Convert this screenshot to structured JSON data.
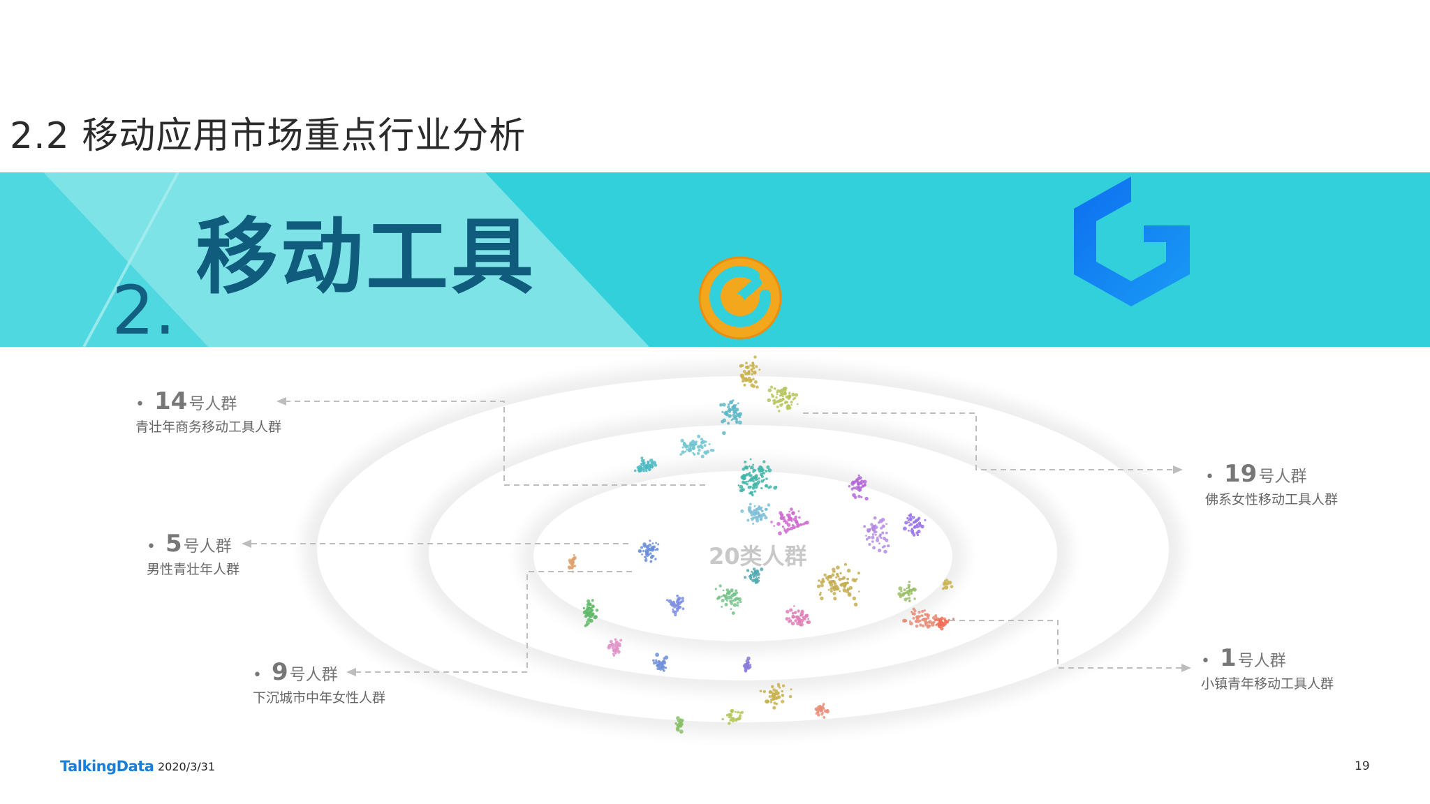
{
  "header": {
    "section_title": "2.2 移动应用市场重点行业分析"
  },
  "banner": {
    "chapter_number": "2.",
    "chapter_title": "移动工具",
    "colors": {
      "primary": "#31d0db",
      "light": "#7fe4e8",
      "text": "#0f5c7c"
    }
  },
  "diagram": {
    "center_label": "20类人群",
    "groups": [
      {
        "number": "14",
        "suffix": "号人群",
        "description": "青壮年商务移动工具人群"
      },
      {
        "number": "19",
        "suffix": "号人群",
        "description": "佛系女性移动工具人群"
      },
      {
        "number": "5",
        "suffix": "号人群",
        "description": "男性青壮年人群"
      },
      {
        "number": "9",
        "suffix": "号人群",
        "description": "下沉城市中年女性人群"
      },
      {
        "number": "1",
        "suffix": "号人群",
        "description": "小镇青年移动工具人群"
      }
    ]
  },
  "footer": {
    "logo": "TalkingData",
    "date": "2020/3/31",
    "page_number": "19"
  }
}
